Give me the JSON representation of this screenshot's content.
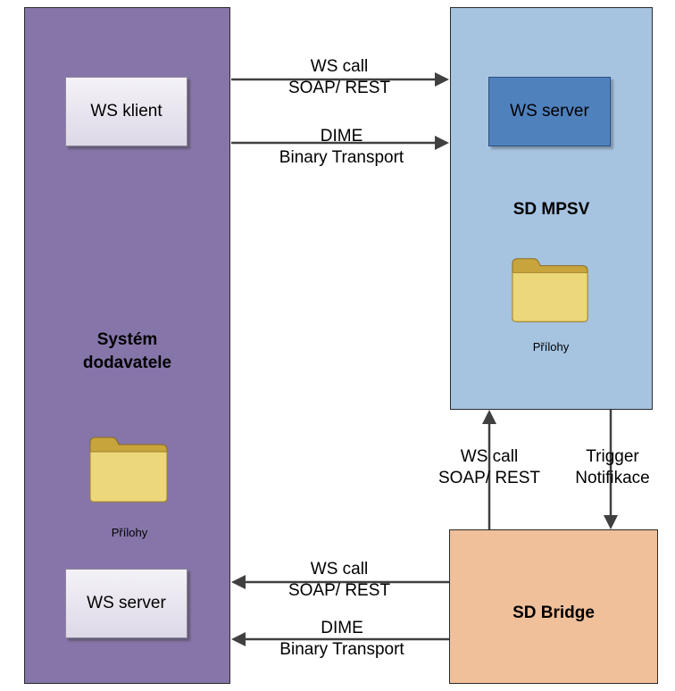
{
  "left_system": {
    "title_line1": "Systém",
    "title_line2": "dodavatele",
    "client_box": "WS klient",
    "server_box": "WS server",
    "folder_label": "Přílohy"
  },
  "mpsv": {
    "title": "SD MPSV",
    "server_box": "WS server",
    "folder_label": "Přílohy"
  },
  "bridge": {
    "title": "SD Bridge"
  },
  "arrows": {
    "top_call": {
      "line1": "WS call",
      "line2": "SOAP/ REST"
    },
    "top_dime": {
      "line1": "DIME",
      "line2": "Binary Transport"
    },
    "bridge_call_up": {
      "line1": "WS call",
      "line2": "SOAP/ REST"
    },
    "trigger_down": {
      "line1": "Trigger",
      "line2": "Notifikace"
    },
    "bottom_call": {
      "line1": "WS call",
      "line2": "SOAP/ REST"
    },
    "bottom_dime": {
      "line1": "DIME",
      "line2": "Binary Transport"
    }
  },
  "colors": {
    "left_panel": "#8675a9",
    "mpsv_panel": "#a6c3e0",
    "bridge_panel": "#f0c09a",
    "ws_server_blue": "#4f81bd",
    "folder": "#e8cf6a"
  }
}
